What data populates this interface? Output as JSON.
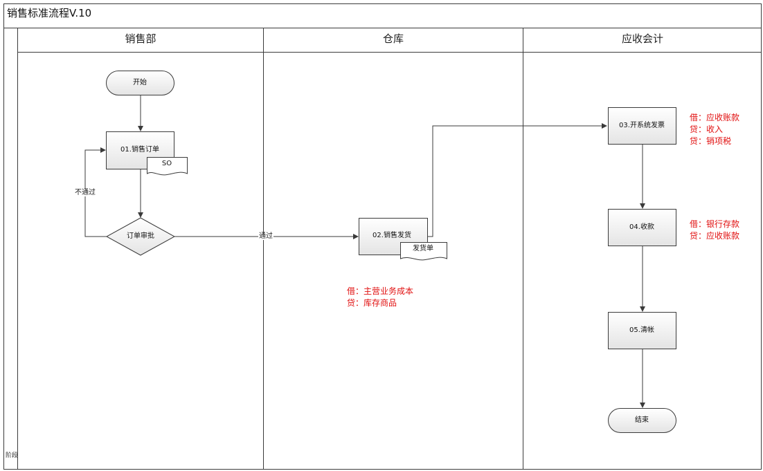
{
  "title": "销售标准流程V.10",
  "lanes": [
    "销售部",
    "仓库",
    "应收会计"
  ],
  "stage_label": "阶段",
  "nodes": {
    "start": "开始",
    "sales_order": "01.销售订单",
    "so_doc": "SO",
    "order_review": "订单审批",
    "ship": "02.销售发货",
    "ship_doc": "发货单",
    "invoice": "03.开系统发票",
    "receipt": "04.收款",
    "clear": "05.清帐",
    "end": "结束"
  },
  "edges": {
    "reject": "不通过",
    "approve": "通过"
  },
  "accounting": {
    "invoice": [
      "借：应收账款",
      "贷：收入",
      "贷：销项税"
    ],
    "receipt": [
      "借：银行存款",
      "贷：应收账款"
    ],
    "ship": [
      "借：主营业务成本",
      "贷：库存商品"
    ]
  },
  "colors": {
    "border": "#3a3a3a",
    "box_fill_top": "#ffffff",
    "box_fill_bottom": "#e6e6e6",
    "accounting_text": "#e11010"
  }
}
